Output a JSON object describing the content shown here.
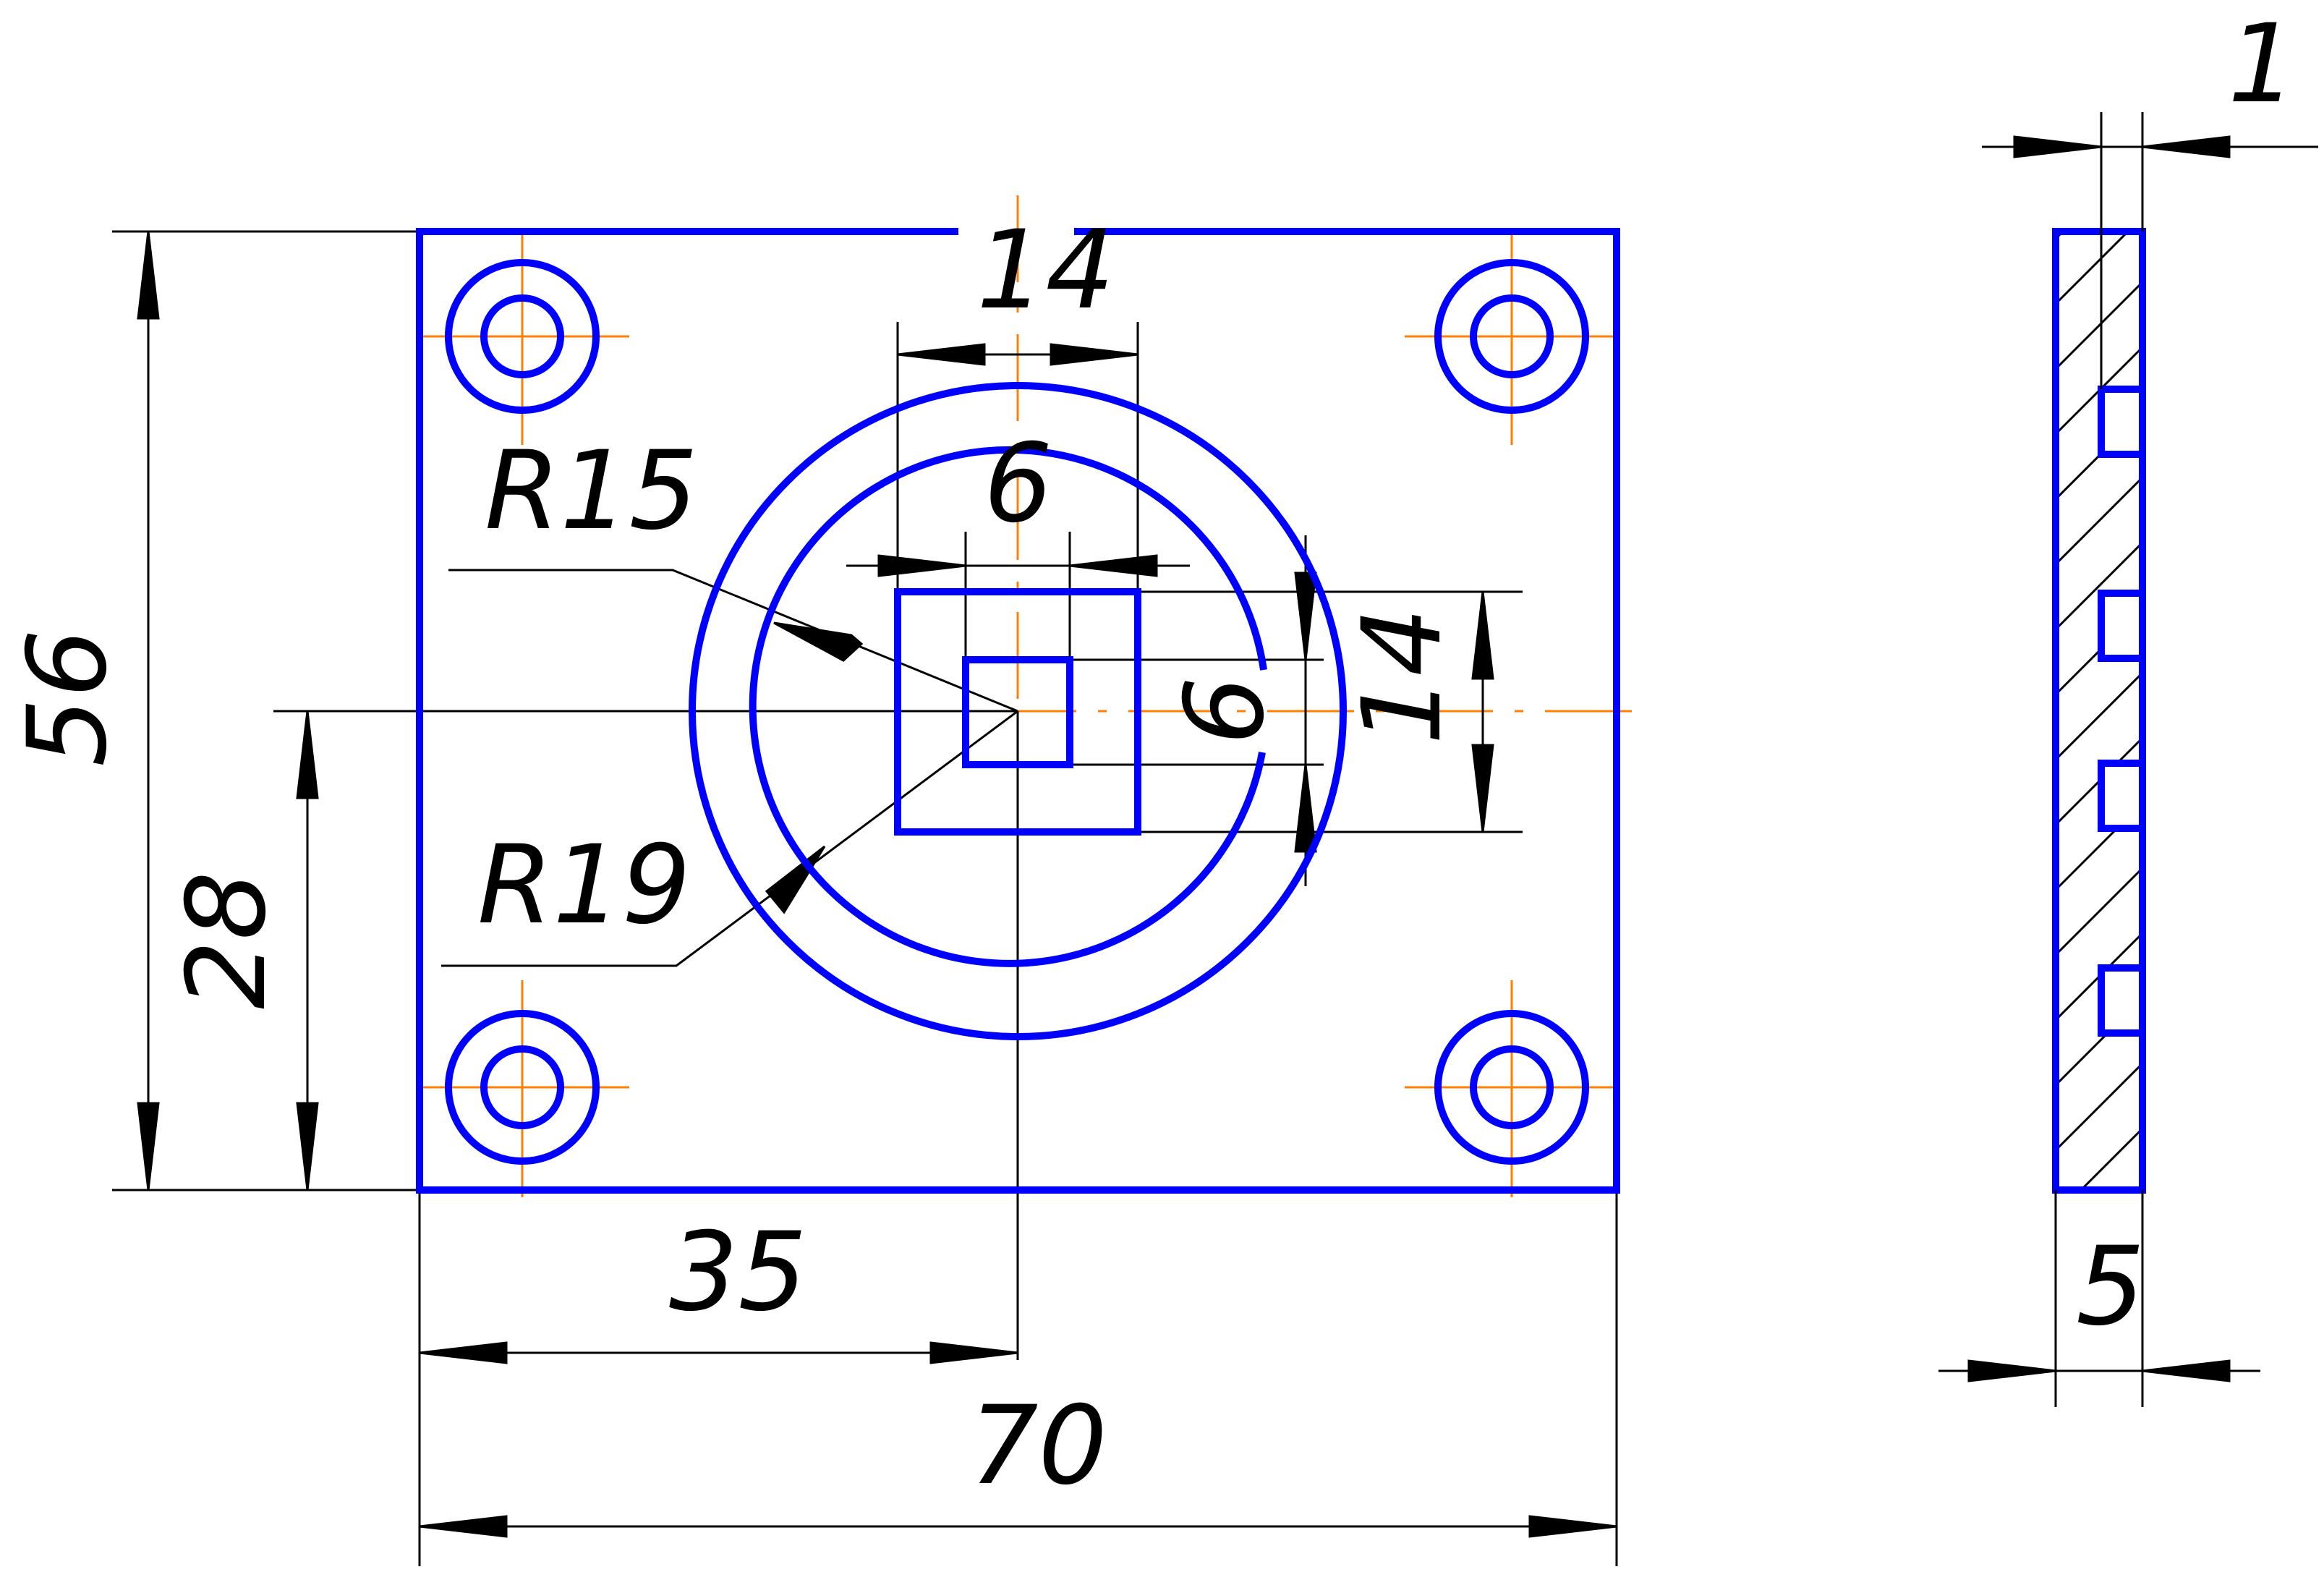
{
  "colors": {
    "outline": "#0000ff",
    "centerline": "#ff7f00",
    "dimension": "#000000",
    "hatch": "#000000",
    "background": "#ffffff"
  },
  "front_view": {
    "dimensions": {
      "overall_width": "70",
      "half_width": "35",
      "overall_height": "56",
      "half_height": "28",
      "boss_width": "14",
      "boss_height": "14",
      "pocket_width": "6",
      "pocket_height": "6",
      "inner_radius": "R15",
      "outer_radius": "R19"
    }
  },
  "side_view": {
    "dimensions": {
      "thickness": "5",
      "recess_depth": "1"
    }
  }
}
